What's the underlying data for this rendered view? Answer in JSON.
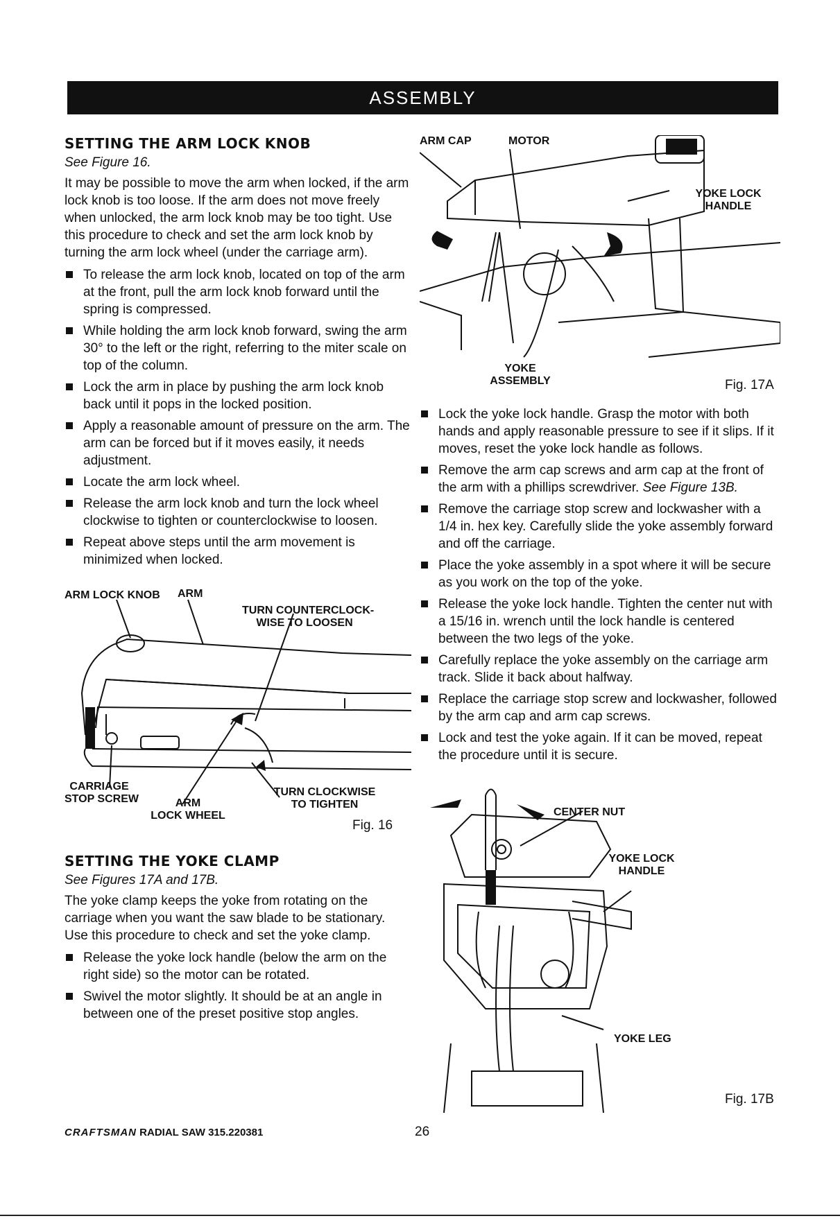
{
  "banner": "ASSEMBLY",
  "section_arm_lock": {
    "heading": "SETTING THE ARM LOCK KNOB",
    "see_figure": "See Figure 16.",
    "intro": "It may be possible to move the arm when locked, if the arm lock knob is too loose. If the arm does not move freely when unlocked, the arm lock knob may be too tight. Use this procedure to check and set the arm lock knob by turning the arm lock wheel (under the carriage arm).",
    "steps": [
      "To release the arm lock knob, located on top of the arm at the front, pull the arm lock knob forward until the spring is compressed.",
      "While holding the arm lock knob forward, swing the arm 30° to the left or the right, referring to the miter scale on top of the column.",
      "Lock the arm in place by pushing the arm lock knob back until it pops in the locked position.",
      "Apply a reasonable amount of pressure on the arm. The arm can be forced but if it moves easily, it needs adjustment.",
      "Locate the arm lock wheel.",
      "Release the arm lock knob and turn the lock wheel clockwise to tighten or counterclockwise to loosen.",
      "Repeat above steps until the arm movement is minimized when locked."
    ]
  },
  "fig16": {
    "label_arm_lock_knob": "ARM LOCK KNOB",
    "label_arm": "ARM",
    "label_ccw_1": "TURN COUNTERCLOCK-",
    "label_ccw_2": "WISE TO LOOSEN",
    "label_carriage_1": "CARRIAGE",
    "label_carriage_2": "STOP SCREW",
    "label_wheel_1": "ARM",
    "label_wheel_2": "LOCK WHEEL",
    "label_cw_1": "TURN CLOCKWISE",
    "label_cw_2": "TO TIGHTEN",
    "fig_number": "Fig. 16"
  },
  "section_yoke_clamp": {
    "heading": "SETTING THE YOKE CLAMP",
    "see_figure": "See Figures 17A and 17B.",
    "intro": "The yoke clamp keeps the yoke from rotating on the carriage when you want the saw blade to be stationary. Use this procedure to check and set the yoke clamp.",
    "steps": [
      "Release the yoke lock handle (below the arm on the right side) so the motor can be rotated.",
      "Swivel the motor slightly. It should be at an angle in between one of the preset positive stop angles."
    ]
  },
  "fig17a": {
    "label_arm_cap": "ARM CAP",
    "label_motor": "MOTOR",
    "label_yoke_lock_1": "YOKE LOCK",
    "label_yoke_lock_2": "HANDLE",
    "label_yoke_assembly_1": "YOKE",
    "label_yoke_assembly_2": "ASSEMBLY",
    "fig_number": "Fig. 17A"
  },
  "right_steps": [
    "Lock the yoke lock handle. Grasp the motor with both hands and apply reasonable pressure to see if it slips. If it moves, reset the yoke lock handle as follows.",
    "Remove the arm cap screws and arm cap at the front of the arm with a phillips screwdriver.",
    "Remove the carriage stop screw and lockwasher with a 1/4 in. hex key. Carefully slide the yoke assembly forward and off the carriage.",
    "Place the yoke assembly in a spot where it will be secure as you work on the top of the yoke.",
    "Release the yoke lock handle. Tighten the center nut with a 15/16 in. wrench until the lock handle is centered between the two legs of the yoke.",
    "Carefully replace the yoke assembly on the carriage arm track. Slide it back about halfway.",
    "Replace the carriage stop screw and lockwasher, followed by the arm cap and arm cap screws.",
    "Lock and test the yoke again. If it can be moved, repeat the procedure until it is secure."
  ],
  "right_step2_ref": "See Figure 13B.",
  "fig17b": {
    "label_center_nut": "CENTER NUT",
    "label_yoke_lock_1": "YOKE LOCK",
    "label_yoke_lock_2": "HANDLE",
    "label_yoke_leg": "YOKE LEG",
    "fig_number": "Fig. 17B"
  },
  "footer": {
    "brand": "CRAFTSMAN",
    "model": "RADIAL SAW 315.220381",
    "page": "26"
  }
}
